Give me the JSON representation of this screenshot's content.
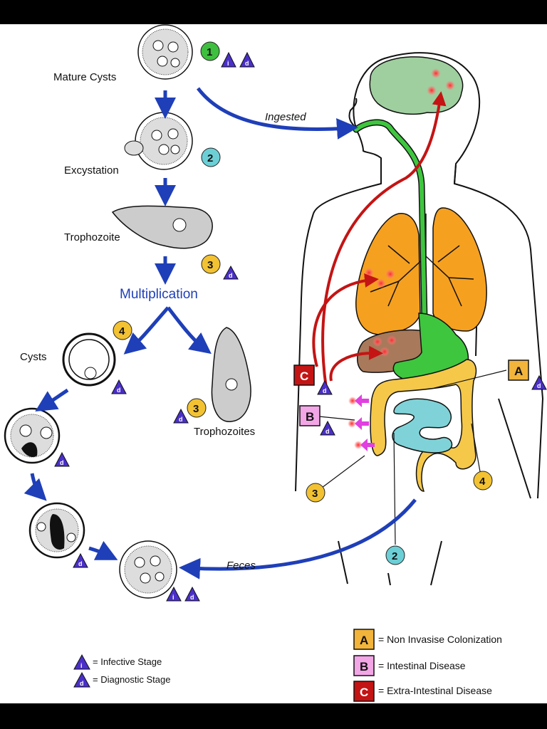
{
  "stages": {
    "mature_cysts": "Mature Cysts",
    "excystation": "Excystation",
    "trophozoite": "Trophozoite",
    "multiplication": "Multiplication",
    "cysts": "Cysts",
    "trophozoites": "Trophozoites"
  },
  "arrows": {
    "ingested": "Ingested",
    "feces": "Feces"
  },
  "markers": {
    "one": "1",
    "two": "2",
    "three": "3",
    "four": "4",
    "i": "i",
    "d": "d"
  },
  "boxes": {
    "a": "A",
    "b": "B",
    "c": "C"
  },
  "legend": {
    "infective": "= Infective Stage",
    "diagnostic": "= Diagnostic Stage",
    "a_text": "= Non Invasise Colonization",
    "b_text": "= Intestinal Disease",
    "c_text": "= Extra-Intestinal Disease"
  },
  "colors": {
    "arrow_blue": "#1f3fb8",
    "arrow_red": "#c41414",
    "marker_green": "#3fbf3f",
    "marker_teal": "#6ccfd6",
    "marker_yellow": "#f2c232",
    "triangle_purple": "#4b2fc9",
    "box_orange": "#f2b43a",
    "box_pink": "#f3a6e6",
    "box_red": "#c41414",
    "brain": "#9fcf9f",
    "lungs": "#f6a020",
    "liver": "#a8795a",
    "stomach": "#3ec63e",
    "colon": "#f5c84a",
    "small_intestine": "#7fd3d8"
  }
}
